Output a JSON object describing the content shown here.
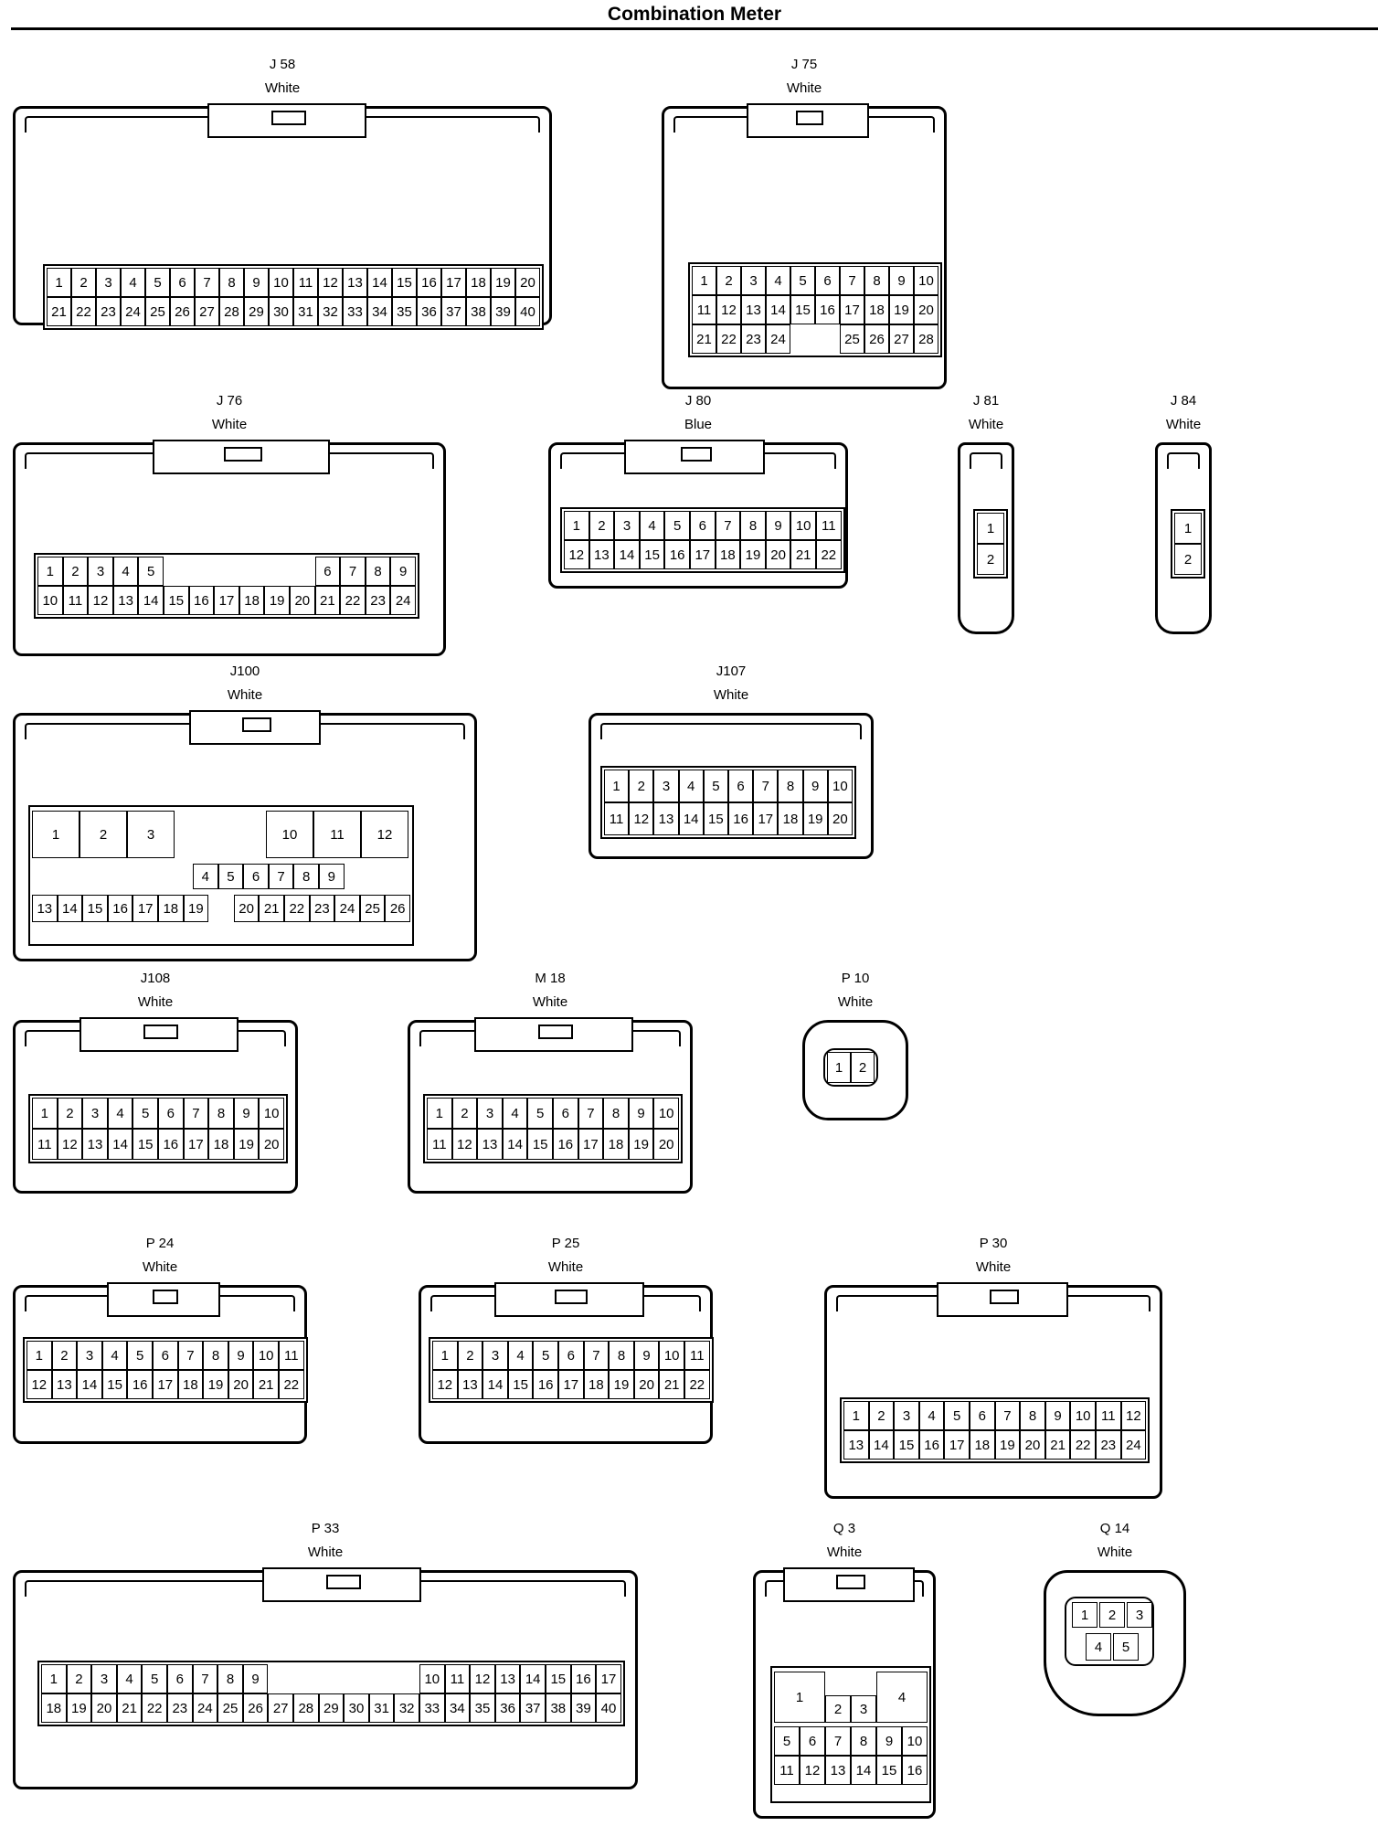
{
  "title": "Combination Meter",
  "connectors": {
    "J58": {
      "id": "J 58",
      "color": "White"
    },
    "J75": {
      "id": "J 75",
      "color": "White"
    },
    "J76": {
      "id": "J 76",
      "color": "White"
    },
    "J80": {
      "id": "J 80",
      "color": "Blue"
    },
    "J81": {
      "id": "J 81",
      "color": "White"
    },
    "J84": {
      "id": "J 84",
      "color": "White"
    },
    "J100": {
      "id": "J100",
      "color": "White"
    },
    "J107": {
      "id": "J107",
      "color": "White"
    },
    "J108": {
      "id": "J108",
      "color": "White"
    },
    "M18": {
      "id": "M 18",
      "color": "White"
    },
    "P10": {
      "id": "P 10",
      "color": "White"
    },
    "P24": {
      "id": "P 24",
      "color": "White"
    },
    "P25": {
      "id": "P 25",
      "color": "White"
    },
    "P30": {
      "id": "P 30",
      "color": "White"
    },
    "P33": {
      "id": "P 33",
      "color": "White"
    },
    "Q3": {
      "id": "Q 3",
      "color": "White"
    },
    "Q14": {
      "id": "Q 14",
      "color": "White"
    }
  },
  "pins": {
    "J58": [
      [
        "1",
        "2",
        "3",
        "4",
        "5",
        "6",
        "7",
        "8",
        "9",
        "10",
        "11",
        "12",
        "13",
        "14",
        "15",
        "16",
        "17",
        "18",
        "19",
        "20"
      ],
      [
        "21",
        "22",
        "23",
        "24",
        "25",
        "26",
        "27",
        "28",
        "29",
        "30",
        "31",
        "32",
        "33",
        "34",
        "35",
        "36",
        "37",
        "38",
        "39",
        "40"
      ]
    ],
    "J75": [
      [
        "1",
        "2",
        "3",
        "4",
        "5",
        "6",
        "7",
        "8",
        "9",
        "10"
      ],
      [
        "11",
        "12",
        "13",
        "14",
        "15",
        "16",
        "17",
        "18",
        "19",
        "20"
      ],
      [
        "21",
        "22",
        "23",
        "24",
        "",
        "",
        "25",
        "26",
        "27",
        "28"
      ]
    ],
    "J76": [
      [
        "1",
        "2",
        "3",
        "4",
        "5",
        "",
        "",
        "",
        "",
        "",
        "",
        "6",
        "7",
        "8",
        "9"
      ],
      [
        "10",
        "11",
        "12",
        "13",
        "14",
        "15",
        "16",
        "17",
        "18",
        "19",
        "20",
        "21",
        "22",
        "23",
        "24"
      ]
    ],
    "J80": [
      [
        "1",
        "2",
        "3",
        "4",
        "5",
        "6",
        "7",
        "8",
        "9",
        "10",
        "11"
      ],
      [
        "12",
        "13",
        "14",
        "15",
        "16",
        "17",
        "18",
        "19",
        "20",
        "21",
        "22"
      ]
    ],
    "J81": [
      [
        "1"
      ],
      [
        "2"
      ]
    ],
    "J84": [
      [
        "1"
      ],
      [
        "2"
      ]
    ],
    "J100": [
      [
        "1",
        "2",
        "3",
        "",
        "",
        "",
        "",
        "",
        "",
        "10",
        "11",
        "12"
      ],
      [
        "4",
        "5",
        "6",
        "7",
        "8",
        "9"
      ],
      [
        "13",
        "14",
        "15",
        "16",
        "17",
        "18",
        "19",
        "",
        "20",
        "21",
        "22",
        "23",
        "24",
        "25",
        "26"
      ]
    ],
    "J107": [
      [
        "1",
        "2",
        "3",
        "4",
        "5",
        "6",
        "7",
        "8",
        "9",
        "10"
      ],
      [
        "11",
        "12",
        "13",
        "14",
        "15",
        "16",
        "17",
        "18",
        "19",
        "20"
      ]
    ],
    "J108": [
      [
        "1",
        "2",
        "3",
        "4",
        "5",
        "6",
        "7",
        "8",
        "9",
        "10"
      ],
      [
        "11",
        "12",
        "13",
        "14",
        "15",
        "16",
        "17",
        "18",
        "19",
        "20"
      ]
    ],
    "M18": [
      [
        "1",
        "2",
        "3",
        "4",
        "5",
        "6",
        "7",
        "8",
        "9",
        "10"
      ],
      [
        "11",
        "12",
        "13",
        "14",
        "15",
        "16",
        "17",
        "18",
        "19",
        "20"
      ]
    ],
    "P10": [
      [
        "1",
        "2"
      ]
    ],
    "P24": [
      [
        "1",
        "2",
        "3",
        "4",
        "5",
        "6",
        "7",
        "8",
        "9",
        "10",
        "11"
      ],
      [
        "12",
        "13",
        "14",
        "15",
        "16",
        "17",
        "18",
        "19",
        "20",
        "21",
        "22"
      ]
    ],
    "P25": [
      [
        "1",
        "2",
        "3",
        "4",
        "5",
        "6",
        "7",
        "8",
        "9",
        "10",
        "11"
      ],
      [
        "12",
        "13",
        "14",
        "15",
        "16",
        "17",
        "18",
        "19",
        "20",
        "21",
        "22"
      ]
    ],
    "P30": [
      [
        "1",
        "2",
        "3",
        "4",
        "5",
        "6",
        "7",
        "8",
        "9",
        "10",
        "11",
        "12"
      ],
      [
        "13",
        "14",
        "15",
        "16",
        "17",
        "18",
        "19",
        "20",
        "21",
        "22",
        "23",
        "24"
      ]
    ],
    "P33": [
      [
        "1",
        "2",
        "3",
        "4",
        "5",
        "6",
        "7",
        "8",
        "9",
        "",
        "",
        "",
        "",
        "",
        "",
        "10",
        "11",
        "12",
        "13",
        "14",
        "15",
        "16",
        "17"
      ],
      [
        "18",
        "19",
        "20",
        "21",
        "22",
        "23",
        "24",
        "25",
        "26",
        "27",
        "28",
        "29",
        "30",
        "31",
        "32",
        "33",
        "34",
        "35",
        "36",
        "37",
        "38",
        "39",
        "40"
      ]
    ],
    "Q3": [
      [
        "1",
        "2",
        "3",
        "4"
      ],
      [
        "5",
        "6",
        "7",
        "8",
        "9",
        "10"
      ],
      [
        "11",
        "12",
        "13",
        "14",
        "15",
        "16"
      ]
    ],
    "Q14": [
      [
        "1",
        "2",
        "3"
      ],
      [
        "4",
        "5"
      ]
    ]
  }
}
